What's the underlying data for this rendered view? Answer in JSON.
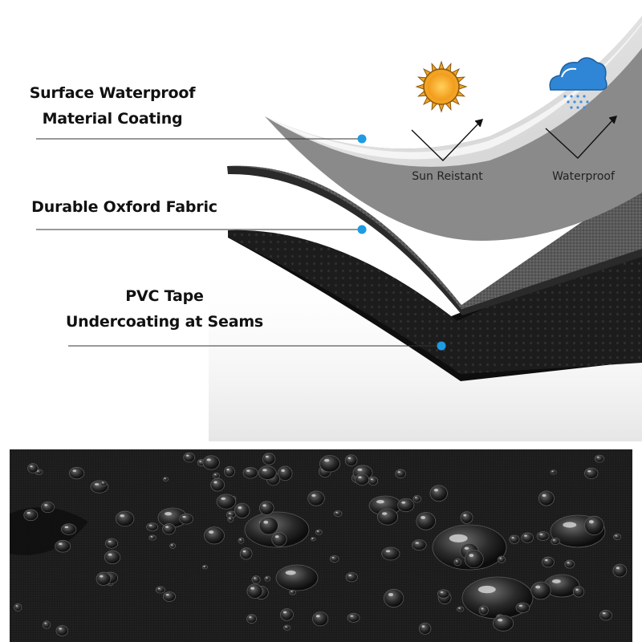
{
  "layers": [
    {
      "label_line1": "Surface Waterproof",
      "label_line2": "Material Coating"
    },
    {
      "label_line1": "Durable Oxford Fabric",
      "label_line2": ""
    },
    {
      "label_line1": "PVC Tape",
      "label_line2": "Undercoating at Seams"
    }
  ],
  "features": [
    {
      "label": "Sun Reistant",
      "icon": "sun-icon"
    },
    {
      "label": "Waterproof",
      "icon": "rain-cloud-icon"
    }
  ],
  "colors": {
    "marker": "#1e9be3",
    "coating": "#e2e2e2",
    "oxford": "#5a5a5a",
    "pvc": "#1c1c1c",
    "sun": "#f2a323",
    "cloud": "#2f86d6",
    "fabric_photo": "#1a1a1a"
  }
}
